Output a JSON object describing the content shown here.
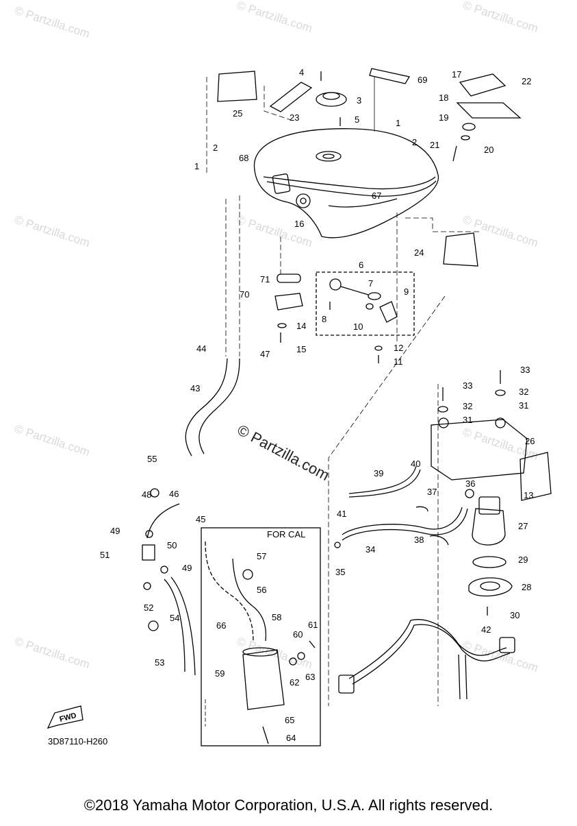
{
  "diagram": {
    "watermark": "© Partzilla.com",
    "for_cal_label": "FOR CAL",
    "fwd_label": "FWD",
    "drawing_code": "3D87110-H260",
    "copyright": "©2018 Yamaha Motor Corporation, U.S.A. All rights reserved.",
    "callouts": [
      {
        "n": "1"
      },
      {
        "n": "1"
      },
      {
        "n": "2"
      },
      {
        "n": "2"
      },
      {
        "n": "3"
      },
      {
        "n": "4"
      },
      {
        "n": "5"
      },
      {
        "n": "6"
      },
      {
        "n": "7"
      },
      {
        "n": "8"
      },
      {
        "n": "9"
      },
      {
        "n": "10"
      },
      {
        "n": "11"
      },
      {
        "n": "12"
      },
      {
        "n": "13"
      },
      {
        "n": "14"
      },
      {
        "n": "15"
      },
      {
        "n": "16"
      },
      {
        "n": "17"
      },
      {
        "n": "18"
      },
      {
        "n": "19"
      },
      {
        "n": "20"
      },
      {
        "n": "21"
      },
      {
        "n": "22"
      },
      {
        "n": "23"
      },
      {
        "n": "24"
      },
      {
        "n": "25"
      },
      {
        "n": "26"
      },
      {
        "n": "27"
      },
      {
        "n": "28"
      },
      {
        "n": "29"
      },
      {
        "n": "30"
      },
      {
        "n": "31"
      },
      {
        "n": "31"
      },
      {
        "n": "32"
      },
      {
        "n": "32"
      },
      {
        "n": "33"
      },
      {
        "n": "33"
      },
      {
        "n": "34"
      },
      {
        "n": "35"
      },
      {
        "n": "36"
      },
      {
        "n": "37"
      },
      {
        "n": "38"
      },
      {
        "n": "39"
      },
      {
        "n": "40"
      },
      {
        "n": "41"
      },
      {
        "n": "42"
      },
      {
        "n": "43"
      },
      {
        "n": "44"
      },
      {
        "n": "45"
      },
      {
        "n": "46"
      },
      {
        "n": "47"
      },
      {
        "n": "48"
      },
      {
        "n": "49"
      },
      {
        "n": "49"
      },
      {
        "n": "50"
      },
      {
        "n": "51"
      },
      {
        "n": "52"
      },
      {
        "n": "53"
      },
      {
        "n": "54"
      },
      {
        "n": "55"
      },
      {
        "n": "56"
      },
      {
        "n": "57"
      },
      {
        "n": "58"
      },
      {
        "n": "59"
      },
      {
        "n": "60"
      },
      {
        "n": "61"
      },
      {
        "n": "62"
      },
      {
        "n": "63"
      },
      {
        "n": "64"
      },
      {
        "n": "65"
      },
      {
        "n": "66"
      },
      {
        "n": "67"
      },
      {
        "n": "68"
      },
      {
        "n": "69"
      },
      {
        "n": "70"
      },
      {
        "n": "71"
      }
    ]
  }
}
